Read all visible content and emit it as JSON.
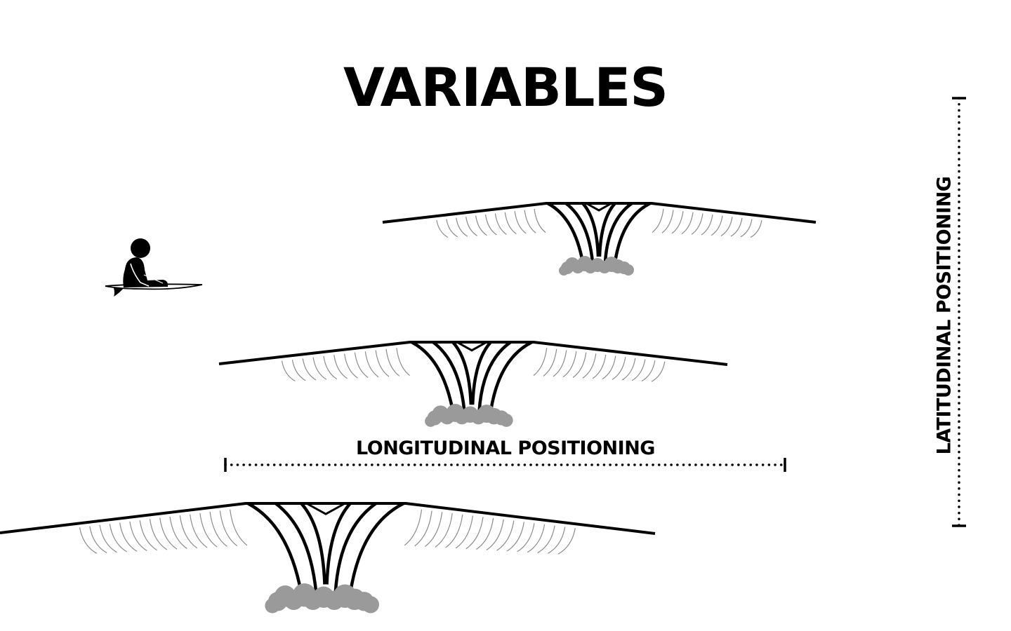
{
  "title": "VARIABLES",
  "labels": {
    "longitudinal": "LONGITUDINAL POSITIONING",
    "latitudinal": "LATITUDINAL POSITIONING"
  },
  "icons": {
    "surfer": "surfer-on-board-icon",
    "wave": "breaking-wave-icon"
  },
  "colors": {
    "ink": "#000000",
    "foam": "#9a9a9a",
    "swell_lines": "#8c8c8c"
  }
}
